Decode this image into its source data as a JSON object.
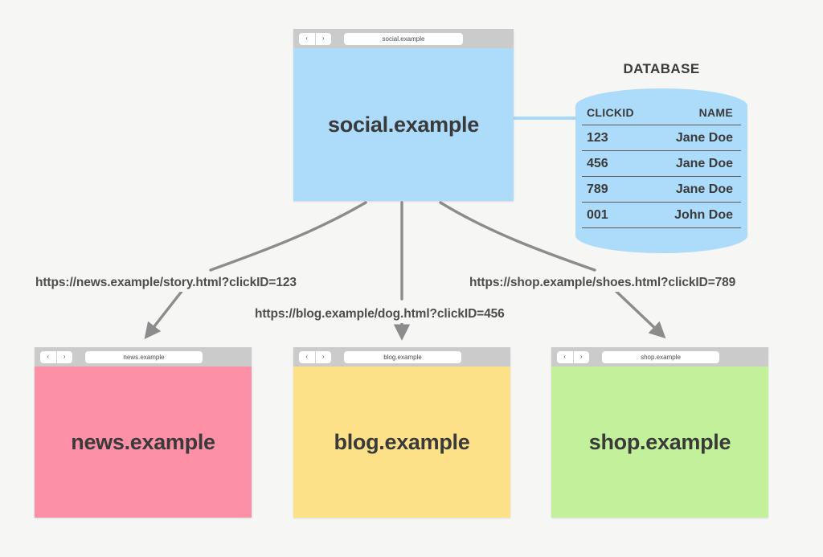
{
  "background_color": "#f6f6f5",
  "source_window": {
    "name": "social-browser-window",
    "url": "social.example",
    "title": "social.example",
    "color": "#addcfb",
    "nav_back": "‹",
    "nav_forward": "›"
  },
  "database": {
    "title": "DATABASE",
    "color": "#addcfb",
    "columns": [
      "CLICKID",
      "NAME"
    ],
    "rows": [
      {
        "clickid": "123",
        "name": "Jane Doe"
      },
      {
        "clickid": "456",
        "name": "Jane Doe"
      },
      {
        "clickid": "789",
        "name": "Jane Doe"
      },
      {
        "clickid": "001",
        "name": "John Doe"
      }
    ]
  },
  "edges": [
    {
      "label": "https://news.example/story.html?clickID=123",
      "target": "news.example"
    },
    {
      "label": "https://blog.example/dog.html?clickID=456",
      "target": "blog.example"
    },
    {
      "label": "https://shop.example/shoes.html?clickID=789",
      "target": "shop.example"
    }
  ],
  "target_windows": [
    {
      "name": "news-browser-window",
      "url": "news.example",
      "title": "news.example",
      "color": "#fb90a6",
      "nav_back": "‹",
      "nav_forward": "›"
    },
    {
      "name": "blog-browser-window",
      "url": "blog.example",
      "title": "blog.example",
      "color": "#fce189",
      "nav_back": "‹",
      "nav_forward": "›"
    },
    {
      "name": "shop-browser-window",
      "url": "shop.example",
      "title": "shop.example",
      "color": "#c3f09b",
      "nav_back": "‹",
      "nav_forward": "›"
    }
  ],
  "colors": {
    "arrow": "#8c8c8c",
    "connector": "#a8d8f8",
    "toolbar": "#cbcbcb",
    "text": "#3a3a3a"
  }
}
